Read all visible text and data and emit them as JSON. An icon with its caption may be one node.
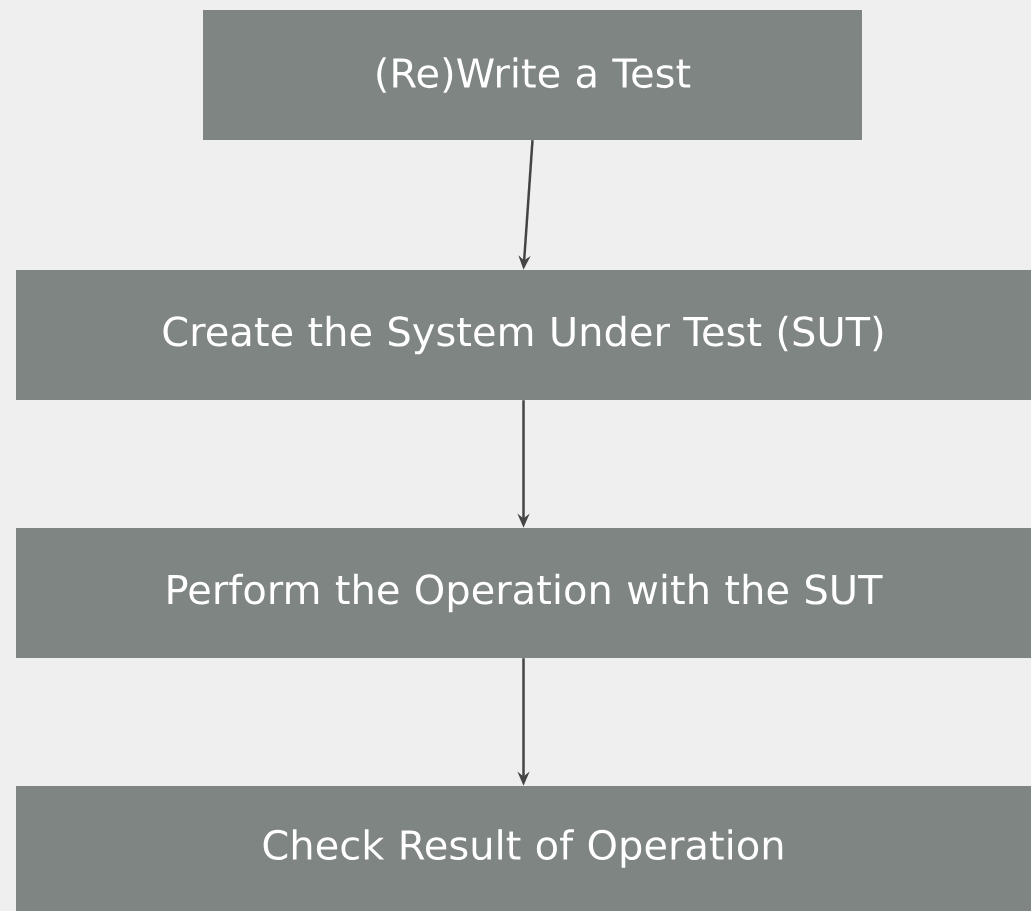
{
  "diagram": {
    "nodes": [
      {
        "text": [
          "(Re)Write a Test"
        ]
      },
      {
        "text": [
          "Create the System Under Test (SUT)"
        ]
      },
      {
        "text": [
          "Perform the Operation with the SUT"
        ]
      },
      {
        "text": [
          "Check Result of Operation"
        ]
      }
    ],
    "edges": [
      {
        "from": 0,
        "to": 1,
        "arrow": "to"
      },
      {
        "from": 1,
        "to": 2,
        "arrow": "to"
      },
      {
        "from": 2,
        "to": 3,
        "arrow": "to"
      }
    ]
  }
}
